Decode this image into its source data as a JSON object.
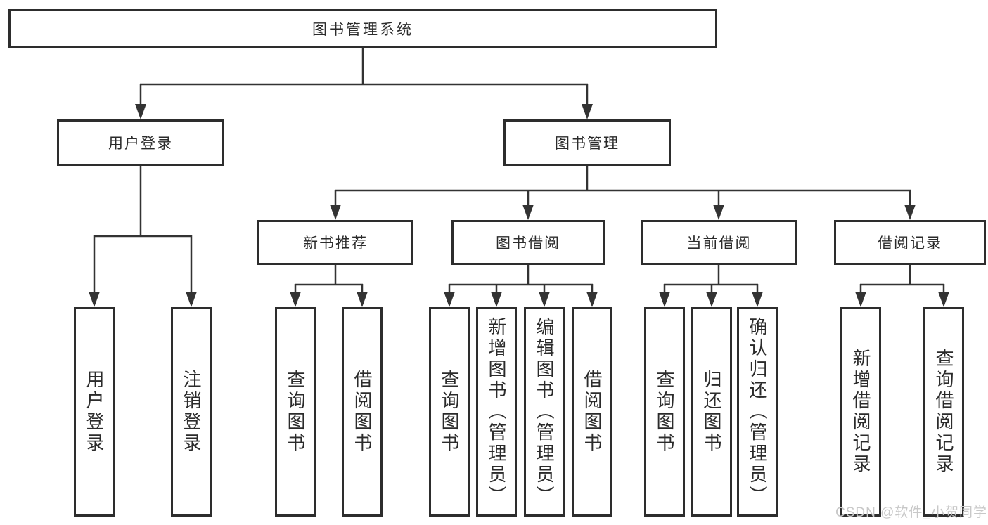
{
  "page": {
    "background_color": "#ffffff",
    "line_color": "#333333",
    "box_border_color": "#2d2d2d",
    "text_color": "#2b2b2b",
    "watermark_color": "#c8c8c8"
  },
  "watermark": {
    "text": "CSDN @软件_小贺同学"
  },
  "tree": {
    "root": "图书管理系统",
    "level2": {
      "user_login": "用户登录",
      "book_management": "图书管理"
    },
    "level3": {
      "new_book_recommend": "新书推荐",
      "book_borrow": "图书借阅",
      "current_borrow": "当前借阅",
      "borrow_record": "借阅记录"
    },
    "leaves": {
      "user_login": [
        "用户登录",
        "注销登录"
      ],
      "new_book_recommend": [
        "查询图书",
        "借阅图书"
      ],
      "book_borrow": [
        "查询图书",
        "新增图书（管理员）",
        "编辑图书（管理员）",
        "借阅图书"
      ],
      "current_borrow": [
        "查询图书",
        "归还图书",
        "确认归还（管理员）"
      ],
      "borrow_record": [
        "新增借阅记录",
        "查询借阅记录"
      ]
    }
  }
}
